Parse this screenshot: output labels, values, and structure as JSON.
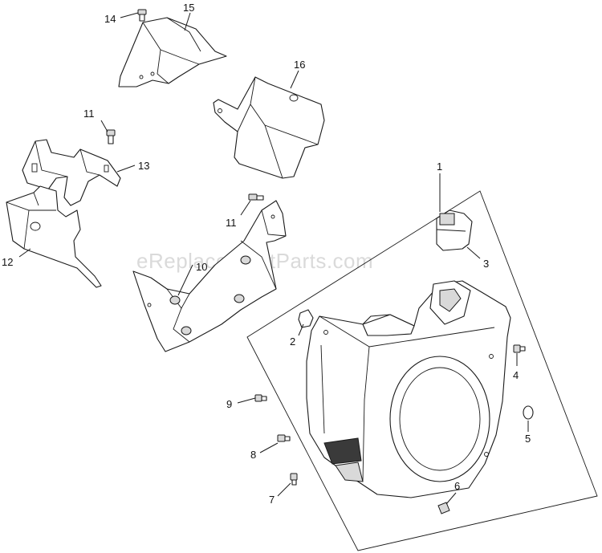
{
  "watermark": "eReplacementParts.com",
  "callouts": [
    "1",
    "2",
    "3",
    "4",
    "5",
    "6",
    "7",
    "8",
    "9",
    "10",
    "11",
    "11",
    "12",
    "13",
    "14",
    "15",
    "16"
  ],
  "colors": {
    "line": "#1a1a1a",
    "shade": "#d9d9d9",
    "watermark": "#969696"
  }
}
